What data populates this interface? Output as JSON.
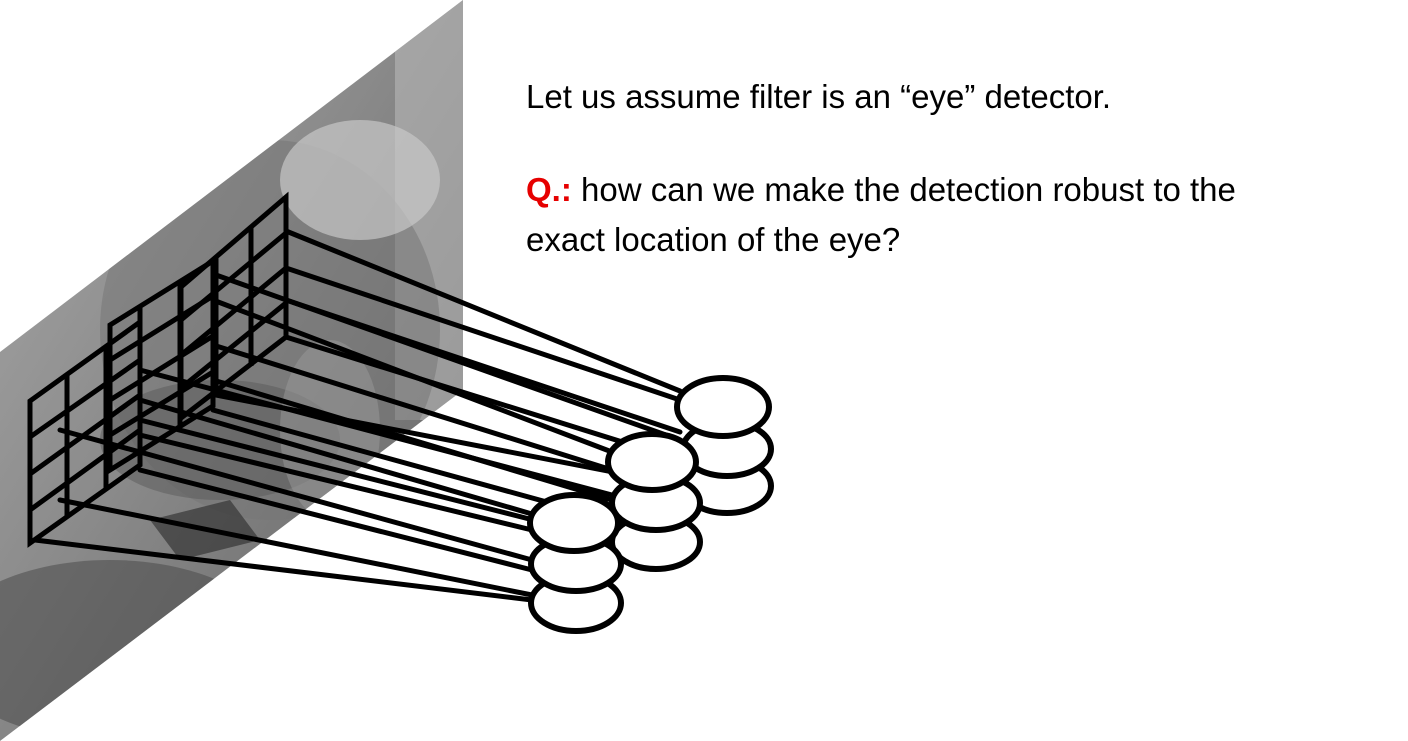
{
  "text": {
    "line1": "Let us assume filter is an “eye” detector.",
    "q_label": "Q.:",
    "q_line1": " how can we make the detection robust to the",
    "q_line2": "exact location of the eye?"
  },
  "colors": {
    "question_label": "#e60000",
    "text": "#000000",
    "stroke": "#000000",
    "photo_panel": "#8f8f8f"
  },
  "figure": {
    "image_description": "grayscale photograph of a person's face on a slanted plane",
    "filter_grids": 3,
    "neurons_per_stack": 3,
    "neuron_stacks": 3
  }
}
